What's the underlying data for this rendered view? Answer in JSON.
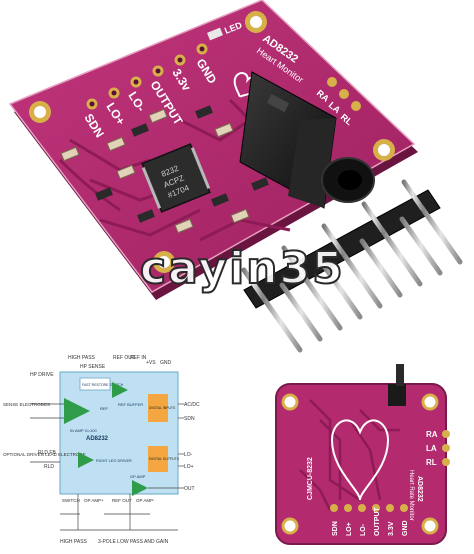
{
  "main_board": {
    "title_line1": "AD8232",
    "title_line2": "Heart Monitor",
    "led_label": "LED",
    "pin_labels": [
      "GND",
      "3.3v",
      "OUTPUT",
      "LO-",
      "LO+",
      "SDN"
    ],
    "chip_text": [
      "8232",
      "ACPZ",
      "#1704"
    ],
    "electrode_labels": [
      "RA",
      "LA",
      "RL"
    ]
  },
  "watermark": {
    "text": "cayin35"
  },
  "schematic": {
    "labels": {
      "high_pass_top": "HIGH PASS",
      "hp_sense": "HP SENSE",
      "rld": "RLD",
      "ref_in": "REF IN",
      "refout": "REF OUT",
      "ref": "REF",
      "vs": "+VS",
      "gnd": "GND",
      "hp_drive": "HP DRIVE",
      "sense_electrodes": "SENSE ELECTRODES",
      "optional_driven_lead": "OPTIONAL DRIVEN LEAD ELECTRODE",
      "rld_fb": "RLD FB",
      "fast_restore": "FAST RESTORE SWITCH",
      "ref_buffer": "REF BUFFER",
      "in_amp": "IN AMP G=100",
      "chip_name": "AD8232",
      "rld_driver": "RIGHT LEG DRIVER",
      "digital_inputs": "DIGITAL INPUTS",
      "digital_outputs": "DIGITAL OUTPUTS",
      "op_amp": "OP AMP",
      "ac_dc": "AC/DC",
      "sdn": "SDN",
      "lo_minus": "LO-",
      "lo_plus": "LO+",
      "out": "OUT",
      "switch": "SWITCH",
      "op_amp_plus": "OP AMP+",
      "op_amp_minus": "OP AMP-",
      "high_pass_bottom": "HIGH PASS",
      "lowpass": "3-POLE LOW PASS AND GAIN"
    }
  },
  "back_board": {
    "model_label": "CJMCU-8232",
    "title_line1": "AD8232",
    "title_line2": "Heart Rate Monitor",
    "electrode_labels": [
      "RA",
      "LA",
      "RL"
    ],
    "pin_labels": [
      "SDN",
      "LO+",
      "LO-",
      "OUTPUT",
      "3.3V",
      "GND"
    ]
  },
  "colors": {
    "pcb_main": "#b32a6e",
    "pcb_edge": "#7a1a4a",
    "silkscreen": "#ffffff",
    "gold": "#d8b04a",
    "jack": "#1a1a1a",
    "header_plastic": "#202020",
    "pin_metal": "#b8b8b8",
    "schematic_chip": "#bfe0f2",
    "schematic_block": "#f4a640"
  },
  "icons": [
    "heart-icon",
    "audio-jack",
    "pin-header"
  ]
}
